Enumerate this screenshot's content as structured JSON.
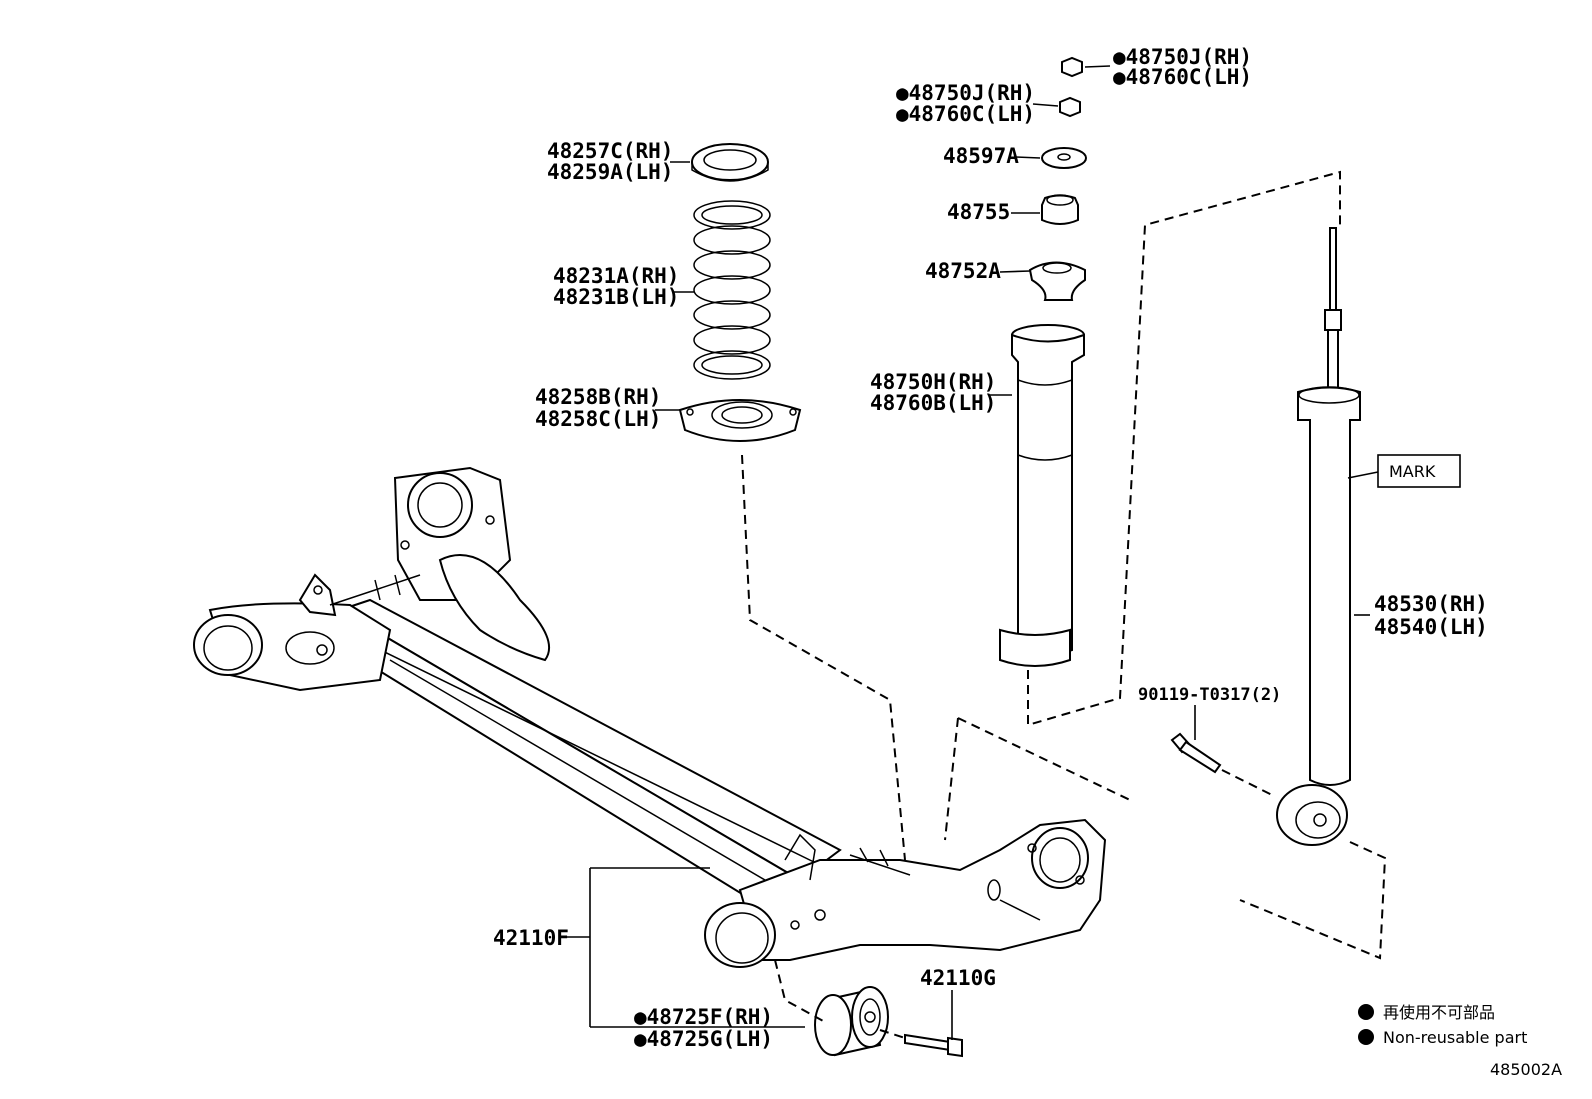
{
  "labels": {
    "nut_top_rh": "●48750J(RH)",
    "nut_top_lh": "●48760C(LH)",
    "nut_mid_rh": "●48750J(RH)",
    "nut_mid_lh": "●48760C(LH)",
    "washer": "48597A",
    "cushion_upper": "48755",
    "cushion_lower": "48752A",
    "spring_seat_upper_rh": "48257C(RH)",
    "spring_seat_upper_lh": "48259A(LH)",
    "coil_spring_rh": "48231A(RH)",
    "coil_spring_lh": "48231B(LH)",
    "spring_seat_lower_rh": "48258B(RH)",
    "spring_seat_lower_lh": "48258C(LH)",
    "boot_rh": "48750H(RH)",
    "boot_lh": "48760B(LH)",
    "mark": "MARK",
    "absorber_rh": "48530(RH)",
    "absorber_lh": "48540(LH)",
    "bolt": "90119-T0317(2)",
    "axle_beam": "42110F",
    "axle_bolt": "42110G",
    "bushing_rh": "●48725F(RH)",
    "bushing_lh": "●48725G(LH)"
  },
  "legend": {
    "jp": "再使用不可部品",
    "en": "Non-reusable part"
  },
  "figure_id": "485002A"
}
